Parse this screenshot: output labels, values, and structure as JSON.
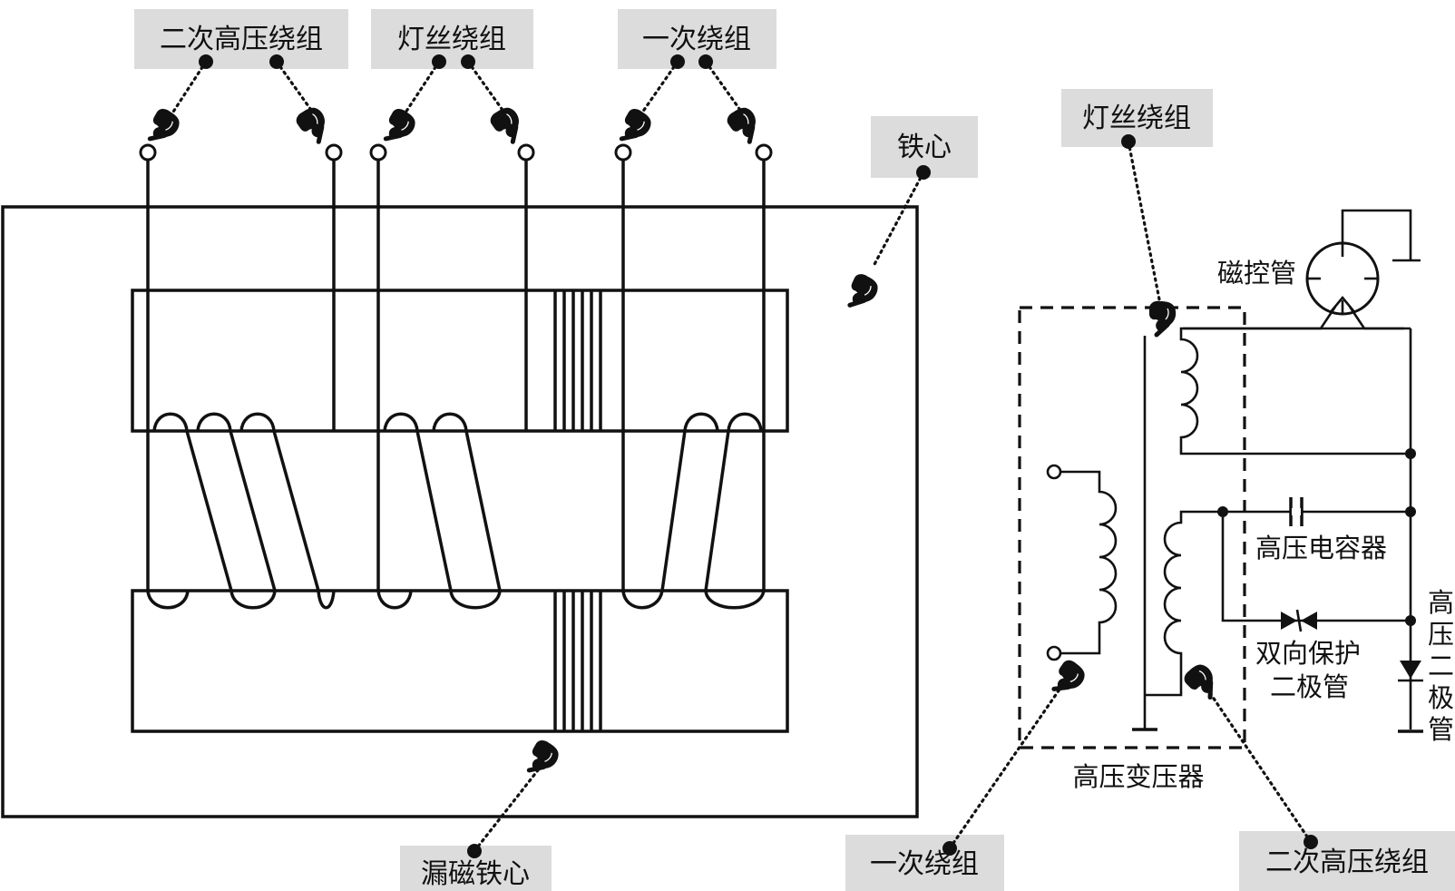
{
  "left_labels": {
    "secondary_winding": "二次高压绕组",
    "filament_winding": "灯丝绕组",
    "primary_winding": "一次绕组",
    "iron_core": "铁心",
    "leakage_core": "漏磁铁心"
  },
  "right_labels": {
    "filament_winding": "灯丝绕组",
    "magnetron": "磁控管",
    "hv_capacitor": "高压电容器",
    "protection_diode_line1": "双向保护",
    "protection_diode_line2": "二极管",
    "hv_transformer": "高压变压器",
    "hv_diode_chars": [
      "高",
      "压",
      "二",
      "极",
      "管"
    ],
    "primary_winding": "一次绕组",
    "secondary_winding": "二次高压绕组"
  },
  "icons": {
    "pointer": "pointing-hand-icon",
    "dot": "callout-dot-icon",
    "terminal": "terminal-circle-icon"
  },
  "colors": {
    "callout_bg": "#dcdcdc",
    "ink": "#111111"
  }
}
